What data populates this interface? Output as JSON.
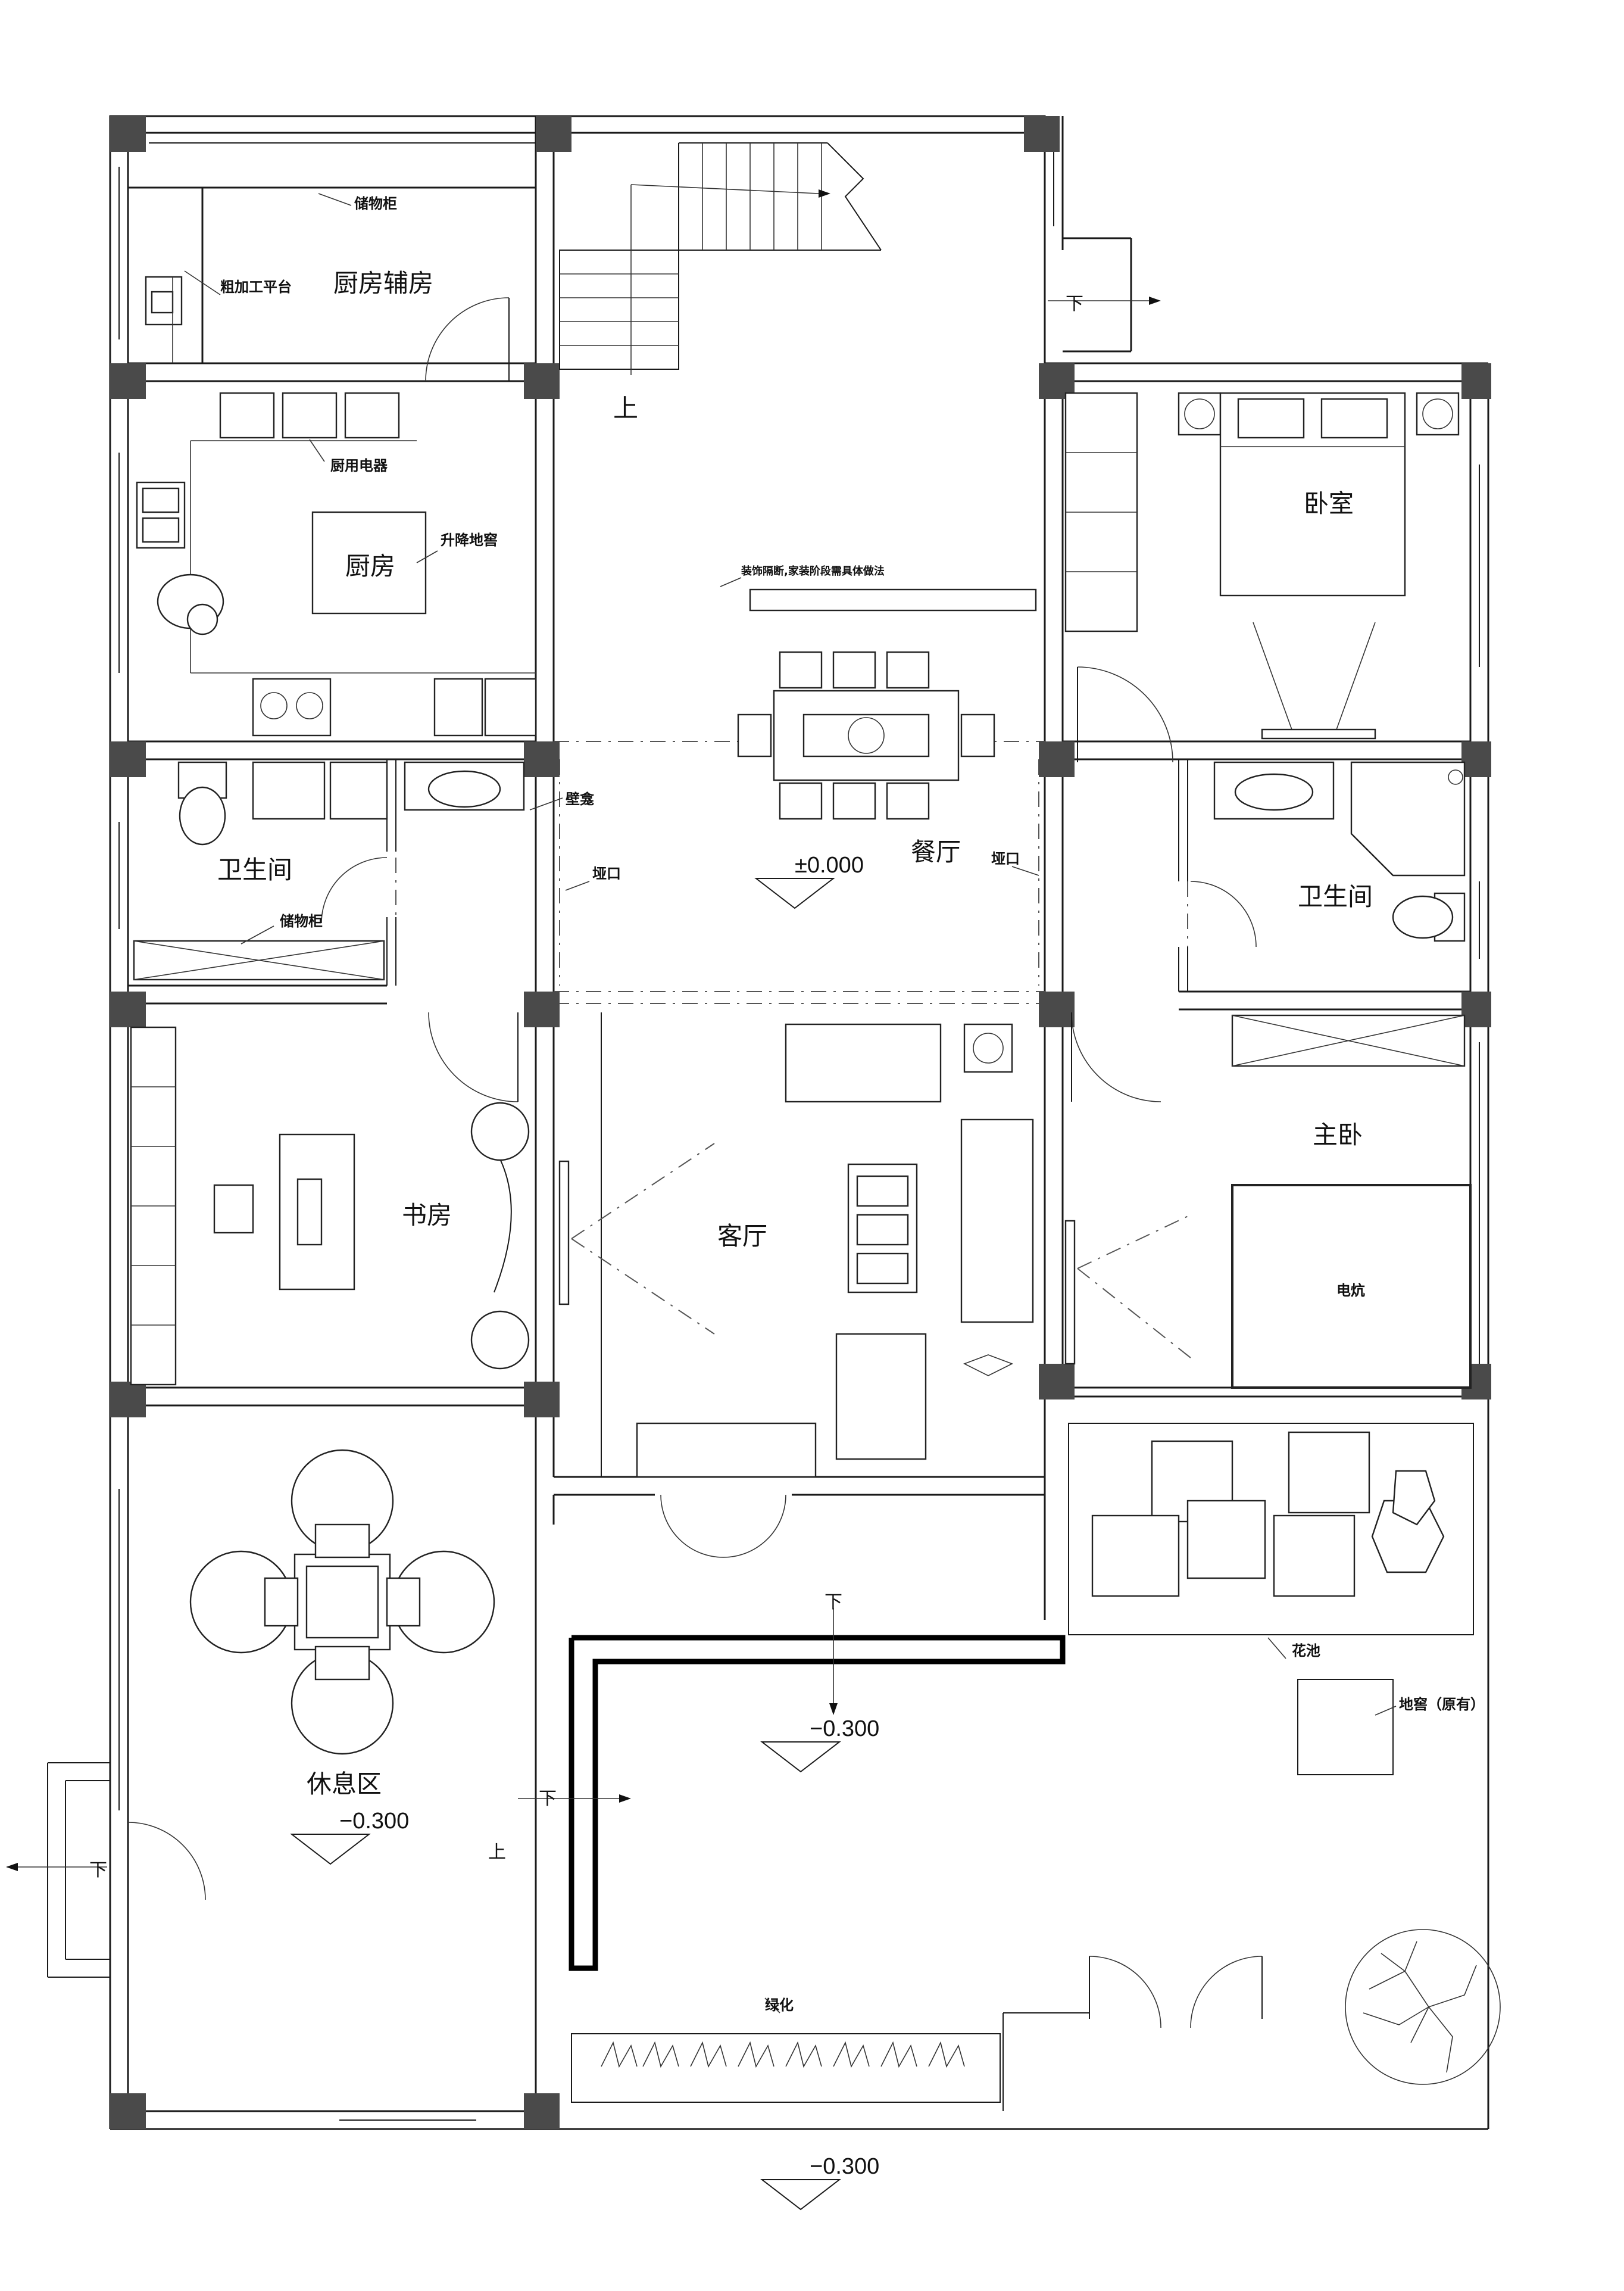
{
  "rooms": {
    "kitchen_aux": "厨房辅房",
    "kitchen": "厨房",
    "bedroom": "卧室",
    "dining": "餐厅",
    "bath_left": "卫生间",
    "bath_right": "卫生间",
    "study": "书房",
    "living": "客厅",
    "master": "主卧",
    "lounge": "休息区"
  },
  "labels": {
    "storage_top": "储物柜",
    "prep_platform": "粗加工平台",
    "appliances": "厨用电器",
    "lift_cellar": "升降地窖",
    "deco_note": "装饰隔断,家装阶段需具体做法",
    "niche": "壁龛",
    "opening_left": "垭口",
    "opening_right": "垭口",
    "storage_bath": "储物柜",
    "kang": "电炕",
    "flower_bed": "花池",
    "cellar": "地窖（原有）",
    "greenery": "绿化"
  },
  "stairs": {
    "up_main": "上",
    "down_side": "下",
    "down_porch": "下",
    "down_terrace": "下",
    "down_lounge": "下",
    "up_lounge": "上"
  },
  "levels": {
    "dining": "±0.000",
    "terrace": "−0.300",
    "lounge": "−0.300",
    "outside": "−0.300"
  }
}
